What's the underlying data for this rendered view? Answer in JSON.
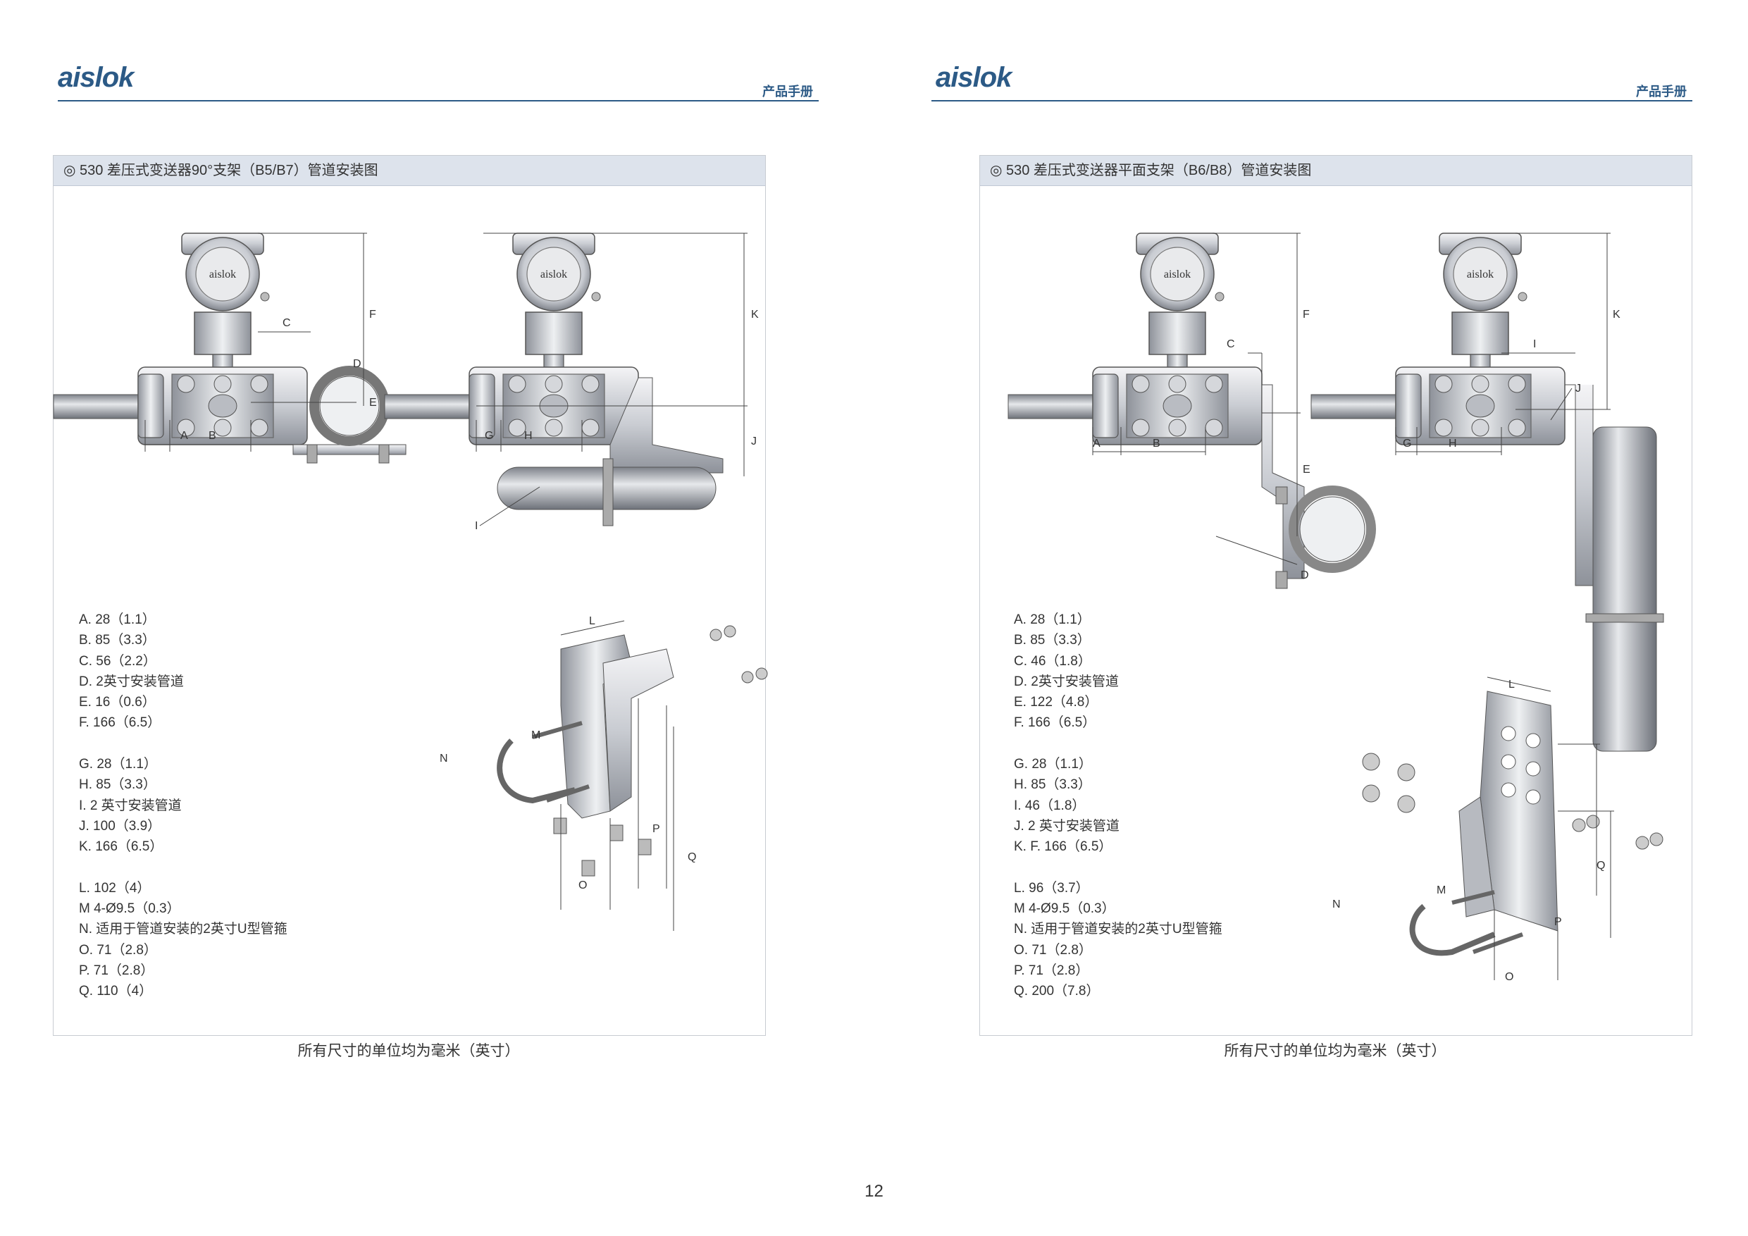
{
  "page_number": "12",
  "left": {
    "logo": "aislok",
    "handbook": "产品手册",
    "panel_title": "◎ 530 差压式变送器90°支架（B5/B7）管道安装图",
    "legend_groups": [
      [
        "A. 28（1.1）",
        "B. 85（3.3）",
        "C. 56（2.2）",
        "D. 2英寸安装管道",
        "E. 16（0.6）",
        "F. 166（6.5）"
      ],
      [
        "G. 28（1.1）",
        "H. 85（3.3）",
        "I.  2 英寸安装管道",
        "J. 100（3.9）",
        "K. 166（6.5）"
      ],
      [
        "L. 102（4）",
        "M 4-Ø9.5（0.3）",
        "N. 适用于管道安装的2英寸U型管箍",
        "O. 71（2.8）",
        "P. 71（2.8）",
        "Q. 110（4）"
      ]
    ],
    "units_note": "所有尺寸的单位均为毫米（英寸）",
    "labels": {
      "A": "A",
      "B": "B",
      "C": "C",
      "D": "D",
      "E": "E",
      "F": "F",
      "G": "G",
      "H": "H",
      "I": "I",
      "J": "J",
      "K": "K",
      "L": "L",
      "M": "M",
      "N": "N",
      "O": "O",
      "P": "P",
      "Q": "Q"
    },
    "device_brand": "aislok"
  },
  "right": {
    "logo": "aislok",
    "handbook": "产品手册",
    "panel_title": "◎ 530 差压式变送器平面支架（B6/B8）管道安装图",
    "legend_groups": [
      [
        "A. 28（1.1）",
        "B. 85（3.3）",
        "C. 46（1.8）",
        "D. 2英寸安装管道",
        "E. 122（4.8）",
        "F. 166（6.5）"
      ],
      [
        "G. 28（1.1）",
        "H. 85（3.3）",
        "I. 46（1.8）",
        "J. 2 英寸安装管道",
        "K. F. 166（6.5）"
      ],
      [
        "L. 96（3.7）",
        "M 4-Ø9.5（0.3）",
        "N. 适用于管道安装的2英寸U型管箍",
        "O. 71（2.8）",
        "P. 71（2.8）",
        "Q. 200（7.8）"
      ]
    ],
    "units_note": "所有尺寸的单位均为毫米（英寸）",
    "labels": {
      "A": "A",
      "B": "B",
      "C": "C",
      "D": "D",
      "E": "E",
      "F": "F",
      "G": "G",
      "H": "H",
      "I": "I",
      "J": "J",
      "K": "K",
      "L": "L",
      "M": "M",
      "N": "N",
      "O": "O",
      "P": "P",
      "Q": "Q"
    },
    "device_brand": "aislok"
  }
}
